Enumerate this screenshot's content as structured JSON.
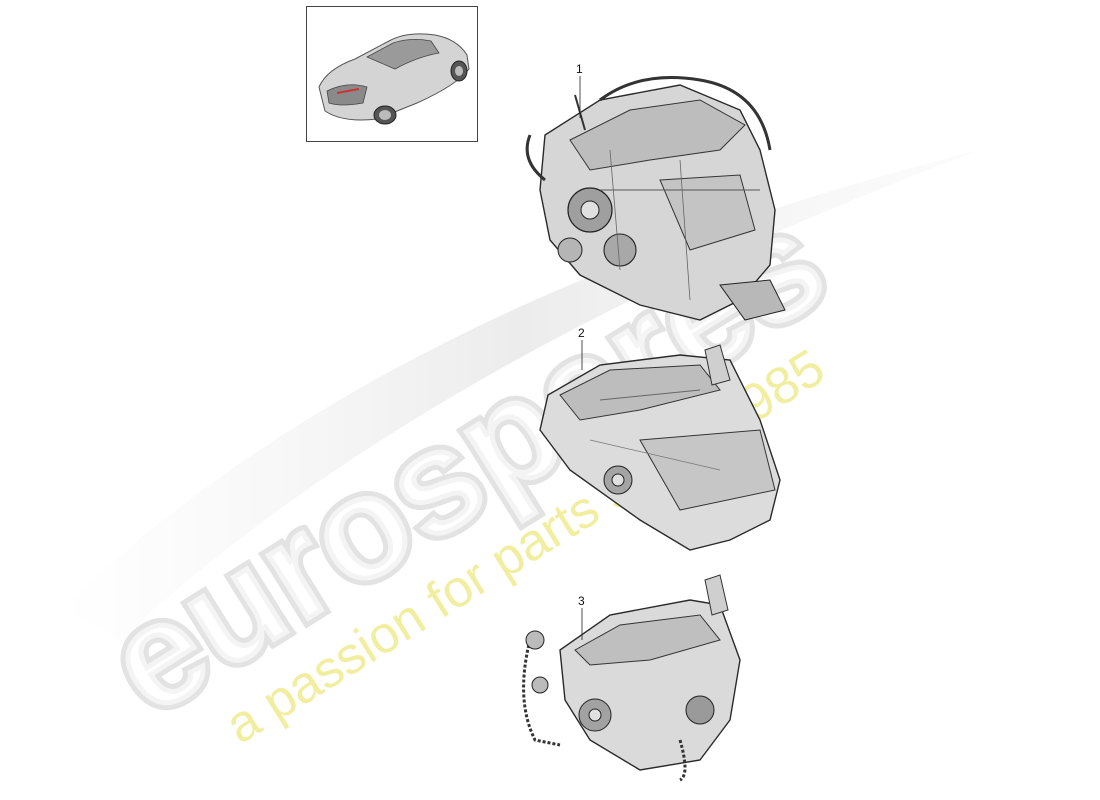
{
  "diagram": {
    "callouts": [
      {
        "id": "1"
      },
      {
        "id": "2"
      },
      {
        "id": "3"
      }
    ]
  },
  "watermark": {
    "brand": "eurospares",
    "tagline": "a passion for parts since 1985",
    "brand_color": "#e6e6e6",
    "tagline_color": "#f3f0a8"
  },
  "colors": {
    "outline": "#2a2a2a",
    "part_fill": "#d9d9d9",
    "part_shade": "#a9a9a9",
    "part_dark": "#6e6e6e"
  }
}
